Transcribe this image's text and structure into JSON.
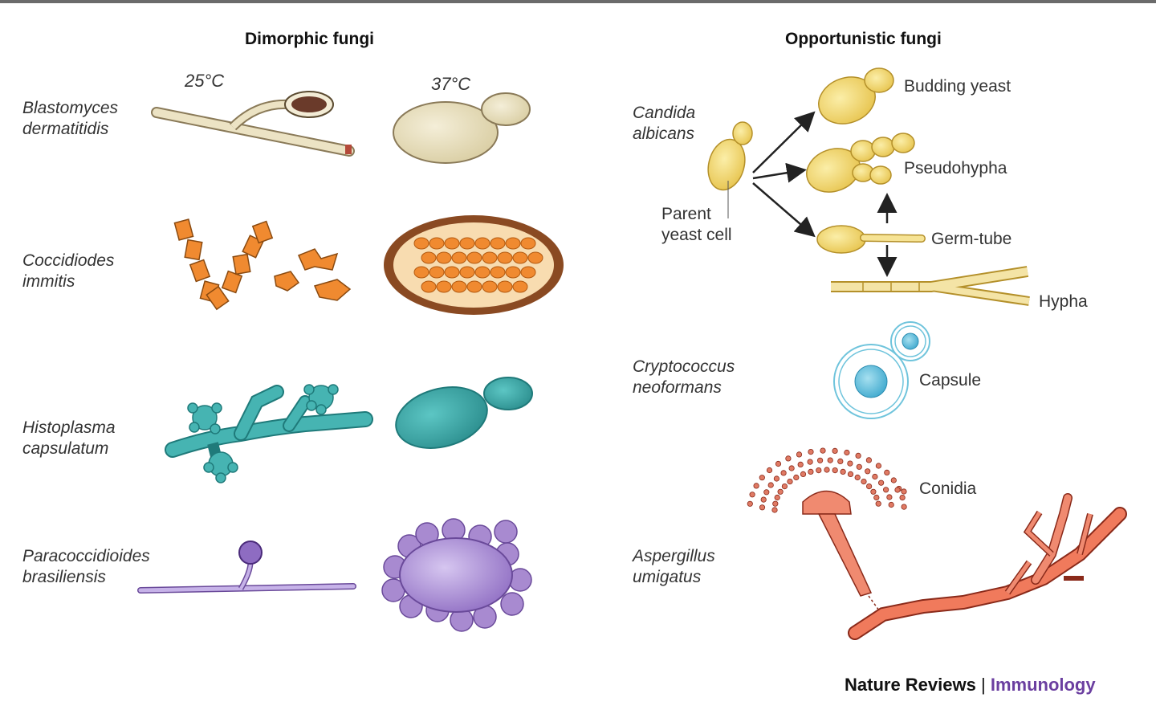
{
  "sections": {
    "left_title": "Dimorphic fungi",
    "right_title": "Opportunistic fungi"
  },
  "temperatures": {
    "low": "25°C",
    "high": "37°C"
  },
  "dimorphic": [
    {
      "line1": "Blastomyces",
      "line2": "dermatitidis"
    },
    {
      "line1": "Coccidiodes",
      "line2": "immitis"
    },
    {
      "line1": "Histoplasma",
      "line2": "capsulatum"
    },
    {
      "line1": "Paracoccidioides",
      "line2": "brasiliensis"
    }
  ],
  "opportunistic": [
    {
      "line1": "Candida",
      "line2": "albicans"
    },
    {
      "line1": "Cryptococcus",
      "line2": "neoformans"
    },
    {
      "line1": "Aspergillus",
      "line2": "umigatus"
    }
  ],
  "candida_labels": {
    "parent_line1": "Parent",
    "parent_line2": "yeast cell",
    "budding": "Budding yeast",
    "pseudohypha": "Pseudohypha",
    "germ_tube": "Germ-tube",
    "hypha": "Hypha"
  },
  "crypto_label": "Capsule",
  "asperg_label": "Conidia",
  "credit": {
    "publisher": "Nature Reviews",
    "separator": "|",
    "journal": "Immunology"
  },
  "colors": {
    "blasto": "#e8dfc0",
    "coccidio": "#f08a30",
    "histo": "#3aa8a8",
    "paracoccidio": "#a88ad0",
    "candida": "#f2d770",
    "crypto": "#5ec0dc",
    "asperg": "#e86a4a"
  }
}
